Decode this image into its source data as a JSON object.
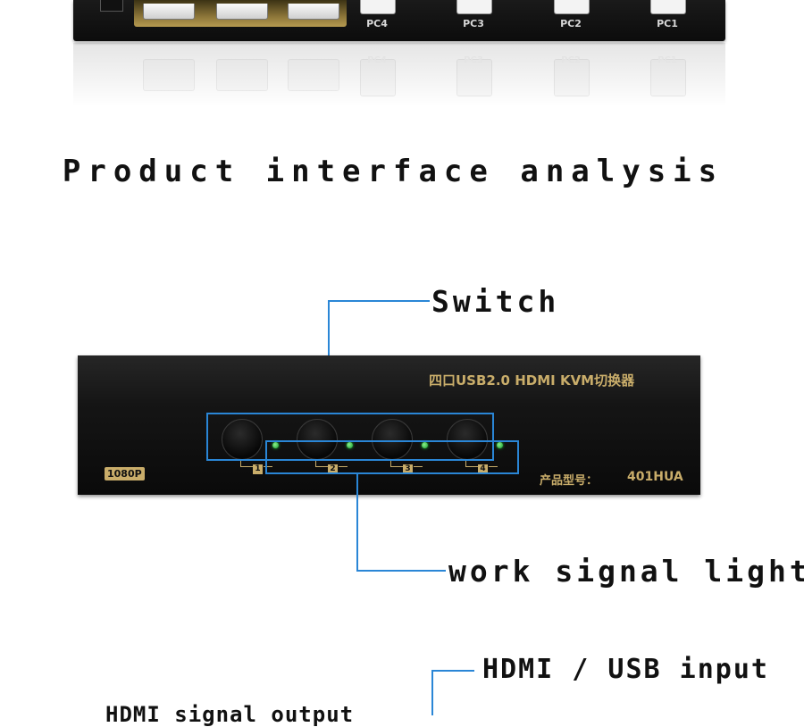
{
  "top_device": {
    "port_labels": [
      "PC4",
      "PC3",
      "PC2",
      "PC1"
    ],
    "reflection_labels": [
      "PC4",
      "PC3",
      "PC2",
      "PC1"
    ]
  },
  "section": {
    "heading": "Product interface analysis"
  },
  "callouts": {
    "switch": "Switch",
    "signal_light": "work signal light",
    "hdmi_usb_input": "HDMI / USB input",
    "hdmi_output": "HDMI signal output"
  },
  "front_device": {
    "title": "四口USB2.0 HDMI KVM切换器",
    "resolution_badge": "1080P",
    "model_label": "产品型号：",
    "model_value": "401HUA",
    "port_numbers": [
      "1",
      "2",
      "3",
      "4"
    ]
  },
  "colors": {
    "leader_line": "#2a86d6",
    "gold_print": "#c9ad6a",
    "led_green": "#1ec23a"
  },
  "icons": {
    "switch_button": "round-push-button",
    "signal_led": "green-led",
    "usb_port": "usb-b-port"
  }
}
